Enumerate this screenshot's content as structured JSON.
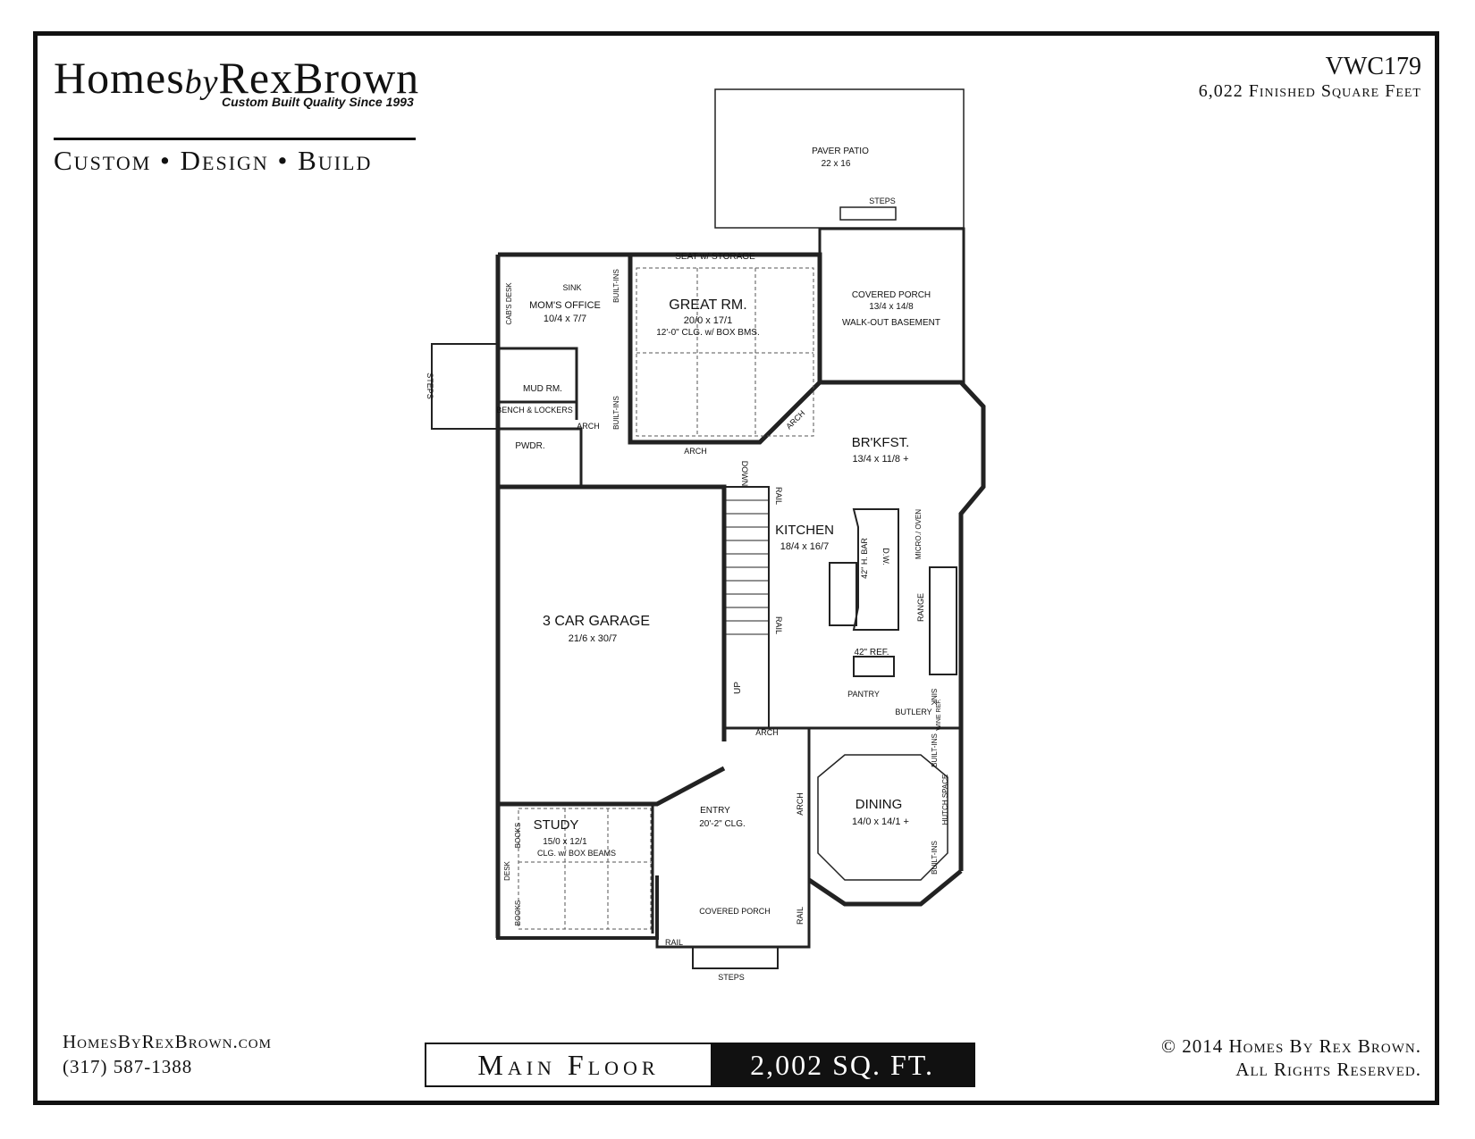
{
  "brand": {
    "name_part1": "Homes",
    "name_by": "by",
    "name_part2": "RexBrown",
    "tagline": "Custom Built Quality Since 1993",
    "services": "Custom • Design • Build"
  },
  "plan": {
    "code": "VWC179",
    "finished_sqft": "6,022 Finished Square Feet"
  },
  "footer": {
    "website": "HomesByRexBrown.com",
    "phone": "(317) 587-1388",
    "copyright": "© 2014 Homes By Rex Brown.",
    "rights": "All Rights Reserved."
  },
  "title": {
    "floor": "Main Floor",
    "sqft": "2,002 SQ. FT."
  },
  "rooms": {
    "paver_patio": "PAVER PATIO",
    "paver_patio_dim": "22 x 16",
    "steps_top": "STEPS",
    "covered_porch_rear": "COVERED PORCH",
    "covered_porch_rear_dim": "13/4 x 14/8",
    "walkout": "WALK-OUT BASEMENT",
    "seat_storage": "SEAT w/ STORAGE",
    "great_rm": "GREAT RM.",
    "great_rm_dim": "20/0 x 17/1",
    "great_rm_note": "12'-0\" CLG. w/ BOX BMS.",
    "sink": "SINK",
    "moms_office": "MOM'S OFFICE",
    "moms_office_dim": "10/4 x 7/7",
    "cab_desk": "CAB'S DESK",
    "built_ins": "BUILT-INS",
    "mud_rm": "MUD RM.",
    "bench_lockers": "BENCH & LOCKERS",
    "arch": "ARCH",
    "steps_side": "STEPS",
    "pwdr": "PWDR.",
    "brkfst": "BR'KFST.",
    "brkfst_dim": "13/4 x 11/8 +",
    "down": "DOWN",
    "rail": "RAIL",
    "kitchen": "KITCHEN",
    "kitchen_dim": "18/4 x 16/7",
    "bar": "42\" H. BAR",
    "dw": "D.W.",
    "micro_oven": "MICRO./ OVEN",
    "range": "RANGE",
    "ref": "42\" REF.",
    "garage": "3 CAR GARAGE",
    "garage_dim": "21/6 x 30/7",
    "up": "UP",
    "pantry": "PANTRY",
    "butlery": "BUTLERY",
    "wine_ref": "WINE REF.",
    "dining": "DINING",
    "dining_dim": "14/0 x 14/1 +",
    "hutch_space": "HUTCH SPACE",
    "entry": "ENTRY",
    "entry_note": "20'-2\" CLG.",
    "study": "STUDY",
    "study_dim": "15/0 x 12/1",
    "study_note": "CLG. w/ BOX BEAMS",
    "books": "BOOKS",
    "desk": "DESK",
    "covered_porch_front": "COVERED PORCH",
    "steps_front": "STEPS"
  }
}
